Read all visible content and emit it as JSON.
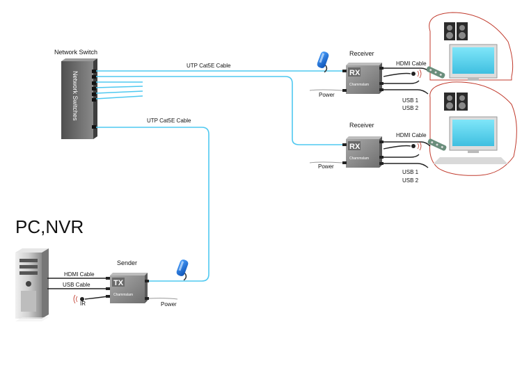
{
  "network_switch": {
    "title": "Network Switch",
    "side_label": "Network Switches"
  },
  "cables": {
    "utp_top": "UTP Cat5E Cable",
    "utp_mid": "UTP Cat5E Cable"
  },
  "receivers": [
    {
      "title": "Receiver",
      "device_badge": "RX",
      "brand": "Chammslam",
      "hdmi_label": "HDMI Cable",
      "power_label": "Power",
      "usb1": "USB 1",
      "usb2": "USB 2"
    },
    {
      "title": "Receiver",
      "device_badge": "RX",
      "brand": "Chammslam",
      "hdmi_label": "HDMI Cable",
      "power_label": "Power",
      "usb1": "USB 1",
      "usb2": "USB 2"
    }
  ],
  "sender": {
    "title": "Sender",
    "device_badge": "TX",
    "brand": "Chammslam",
    "hdmi_label": "HDMI Cable",
    "usb_label": "USB Cable",
    "ir_label": "IR",
    "power_label": "Power"
  },
  "source": {
    "title": "PC,NVR"
  },
  "colors": {
    "utp": "#4ec8f0",
    "device_body": "#8c8c8c",
    "switch_body": "#6e6e6e",
    "monitor_screen": "#5fd9f3",
    "bubble_border": "#c0392b"
  },
  "icons": [
    "network-switch-icon",
    "rx-device-icon",
    "tx-device-icon",
    "monitor-icon",
    "speaker-icon",
    "remote-icon",
    "ir-sensor-icon",
    "pc-tower-icon",
    "cable-clip-icon"
  ]
}
